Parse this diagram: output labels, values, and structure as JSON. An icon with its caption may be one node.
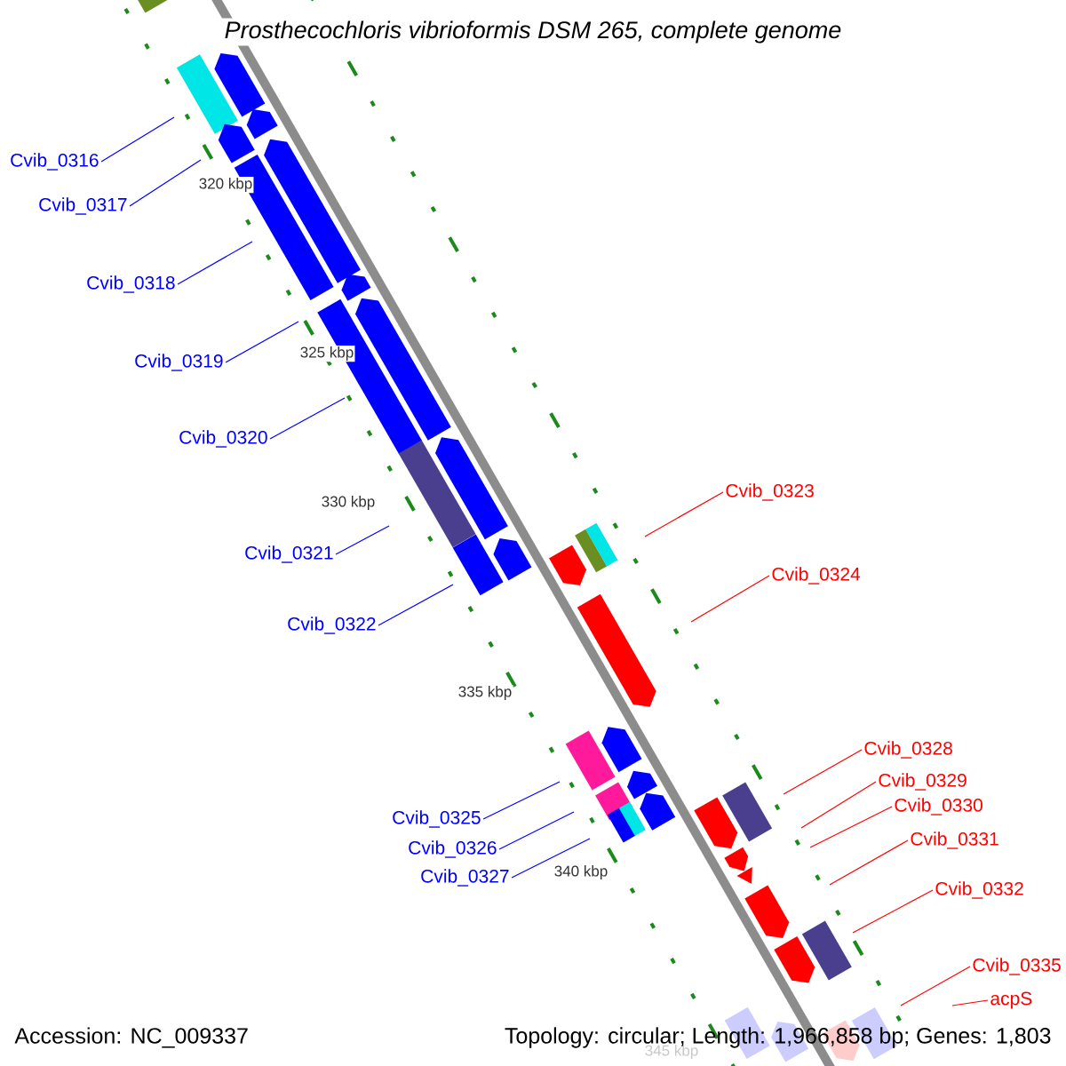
{
  "diagram": {
    "title": "Prosthecochloris vibrioformis DSM 265, complete genome",
    "nodes": [
      {
        "text": [
          "Cvib_0316"
        ]
      },
      {
        "text": [
          "Cvib_0317"
        ]
      },
      {
        "text": [
          "Cvib_0318"
        ]
      },
      {
        "text": [
          "Cvib_0319"
        ]
      },
      {
        "text": [
          "Cvib_0320"
        ]
      },
      {
        "text": [
          "Cvib_0323"
        ]
      },
      {
        "text": [
          "Cvib_0321"
        ]
      },
      {
        "text": [
          "Cvib_0324"
        ]
      },
      {
        "text": [
          "Cvib_0322"
        ]
      },
      {
        "text": [
          "Cvib_0328"
        ]
      },
      {
        "text": [
          "Cvib_0329"
        ]
      },
      {
        "text": [
          "Cvib_0330"
        ]
      },
      {
        "text": [
          "Cvib_0325"
        ]
      },
      {
        "text": [
          "Cvib_0331"
        ]
      },
      {
        "text": [
          "Cvib_0326"
        ]
      },
      {
        "text": [
          "Cvib_0327"
        ]
      },
      {
        "text": [
          "Cvib_0332"
        ]
      },
      {
        "text": [
          "Cvib_0335"
        ]
      },
      {
        "text": [
          "acpS"
        ]
      }
    ],
    "edges": [
      {
        "from": 0,
        "to": null,
        "arrow": "none"
      },
      {
        "from": 1,
        "to": null,
        "arrow": "none"
      },
      {
        "from": 2,
        "to": null,
        "arrow": "none"
      },
      {
        "from": 3,
        "to": null,
        "arrow": "none"
      },
      {
        "from": 4,
        "to": null,
        "arrow": "none"
      },
      {
        "from": 5,
        "to": null,
        "arrow": "none",
        "color": "#ff0000"
      },
      {
        "from": 6,
        "to": null,
        "arrow": "none"
      },
      {
        "from": 7,
        "to": null,
        "arrow": "none",
        "color": "#ff0000"
      },
      {
        "from": 8,
        "to": null,
        "arrow": "none"
      },
      {
        "from": 9,
        "to": null,
        "arrow": "none",
        "color": "#ff0000"
      },
      {
        "from": 10,
        "to": null,
        "arrow": "none",
        "color": "#ff0000"
      },
      {
        "from": 11,
        "to": null,
        "arrow": "none",
        "color": "#ff0000"
      },
      {
        "from": 12,
        "to": null,
        "arrow": "none"
      },
      {
        "from": 13,
        "to": null,
        "arrow": "none",
        "color": "#ff0000"
      },
      {
        "from": 14,
        "to": null,
        "arrow": "none"
      },
      {
        "from": 15,
        "to": null,
        "arrow": "none"
      },
      {
        "from": 16,
        "to": null,
        "arrow": "none",
        "color": "#ff0000"
      },
      {
        "from": 17,
        "to": null,
        "arrow": "none",
        "color": "#ff0000"
      },
      {
        "from": 18,
        "to": null,
        "arrow": "none",
        "color": "#ff0000"
      }
    ],
    "labels": [
      "320 kbp",
      "325 kbp",
      "330 kbp",
      "335 kbp",
      "340 kbp",
      "345 kbp",
      "Accession: NC_009337",
      "Topology: circular; Length: 1,966,858 bp; Genes: 1,803"
    ]
  }
}
